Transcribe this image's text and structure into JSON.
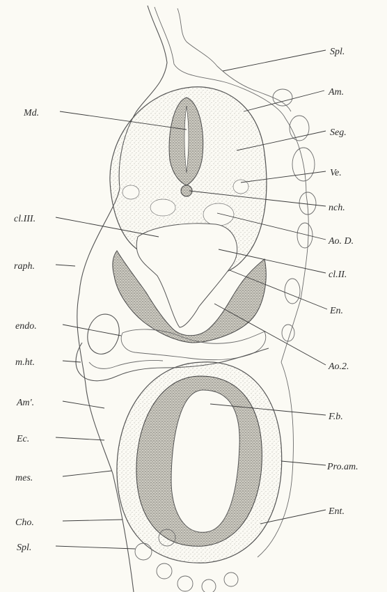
{
  "figure": {
    "labels_right": {
      "spl_top": "Spl.",
      "am": "Am.",
      "seg": "Seg.",
      "ve": "Ve.",
      "nch": "nch.",
      "ao_d": "Ao. D.",
      "cl_ii": "cl.II.",
      "en": "En.",
      "ao_2": "Ao.2.",
      "fb": "F.b.",
      "pro_am": "Pro.am.",
      "ent": "Ent."
    },
    "labels_left": {
      "md": "Md.",
      "cl_iii": "cl.III.",
      "raph": "raph.",
      "endo": "endo.",
      "m_ht": "m.ht.",
      "am_prime": "Am'.",
      "ec": "Ec.",
      "mes": "mes.",
      "cho": "Cho.",
      "spl_bottom": "Spl."
    },
    "colors": {
      "background": "#fbfaf4",
      "stipple_light": "#c9c7be",
      "stipple_dark": "#8f8d86",
      "outline": "#555555"
    }
  }
}
